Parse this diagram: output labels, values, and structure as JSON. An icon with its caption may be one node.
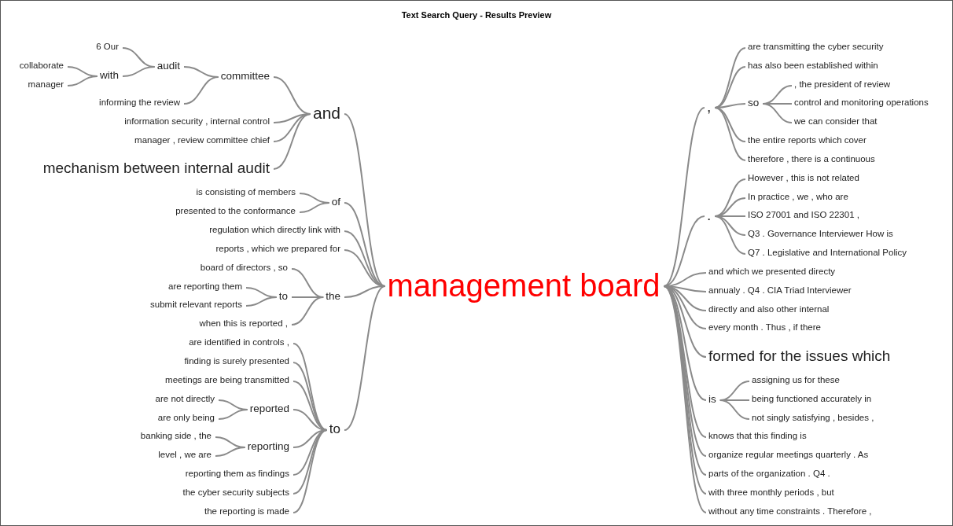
{
  "diagram": {
    "title": "Text Search Query - Results Preview",
    "nodes": [
      {
        "text": [
          "6 Our"
        ]
      },
      {
        "text": [
          "collaborate"
        ]
      },
      {
        "text": [
          "manager"
        ]
      },
      {
        "text": [
          "with"
        ]
      },
      {
        "text": [
          "audit"
        ]
      },
      {
        "text": [
          "informing the review"
        ]
      },
      {
        "text": [
          "committee"
        ]
      },
      {
        "text": [
          "information security , internal control"
        ]
      },
      {
        "text": [
          "manager , review committee chief"
        ]
      },
      {
        "text": [
          "mechanism between internal audit"
        ]
      },
      {
        "text": [
          "and"
        ]
      },
      {
        "text": [
          "is consisting of members"
        ]
      },
      {
        "text": [
          "presented to the conformance"
        ]
      },
      {
        "text": [
          "of"
        ]
      },
      {
        "text": [
          "regulation which directly link with"
        ]
      },
      {
        "text": [
          "reports , which we prepared for"
        ]
      },
      {
        "text": [
          "board of directors , so"
        ]
      },
      {
        "text": [
          "are reporting them"
        ]
      },
      {
        "text": [
          "submit relevant reports"
        ]
      },
      {
        "text": [
          "to"
        ]
      },
      {
        "text": [
          "when this is reported ,"
        ]
      },
      {
        "text": [
          "the"
        ]
      },
      {
        "text": [
          "are identified in controls ,"
        ]
      },
      {
        "text": [
          "finding is surely presented"
        ]
      },
      {
        "text": [
          "meetings are being transmitted"
        ]
      },
      {
        "text": [
          "are not directly"
        ]
      },
      {
        "text": [
          "are only being"
        ]
      },
      {
        "text": [
          "reported"
        ]
      },
      {
        "text": [
          "banking side , the"
        ]
      },
      {
        "text": [
          "level , we are"
        ]
      },
      {
        "text": [
          "reporting"
        ]
      },
      {
        "text": [
          "reporting them as findings"
        ]
      },
      {
        "text": [
          "the cyber security subjects"
        ]
      },
      {
        "text": [
          "the reporting is made"
        ]
      },
      {
        "text": [
          "to"
        ]
      },
      {
        "text": [
          "management board"
        ]
      },
      {
        "text": [
          ","
        ]
      },
      {
        "text": [
          "are transmitting the cyber security"
        ]
      },
      {
        "text": [
          "has also been established within"
        ]
      },
      {
        "text": [
          "so"
        ]
      },
      {
        "text": [
          ", the president of review"
        ]
      },
      {
        "text": [
          "control and monitoring operations"
        ]
      },
      {
        "text": [
          "we can consider that"
        ]
      },
      {
        "text": [
          "the entire reports which cover"
        ]
      },
      {
        "text": [
          "therefore , there is a continuous"
        ]
      },
      {
        "text": [
          "."
        ]
      },
      {
        "text": [
          "However , this is not related"
        ]
      },
      {
        "text": [
          "In practice , we , who are"
        ]
      },
      {
        "text": [
          "ISO 27001 and ISO 22301 ,"
        ]
      },
      {
        "text": [
          "Q3 . Governance Interviewer How is"
        ]
      },
      {
        "text": [
          "Q7 . Legislative and International Policy"
        ]
      },
      {
        "text": [
          "and which we presented directy"
        ]
      },
      {
        "text": [
          "annualy . Q4 . CIA Triad Interviewer"
        ]
      },
      {
        "text": [
          "directly and also other internal"
        ]
      },
      {
        "text": [
          "every month . Thus , if there"
        ]
      },
      {
        "text": [
          "formed for the issues which"
        ]
      },
      {
        "text": [
          "is"
        ]
      },
      {
        "text": [
          "assigning us for these"
        ]
      },
      {
        "text": [
          "being functioned accurately in"
        ]
      },
      {
        "text": [
          "not singly satisfying , besides ,"
        ]
      },
      {
        "text": [
          "knows that this finding is"
        ]
      },
      {
        "text": [
          "organize regular meetings quarterly . As"
        ]
      },
      {
        "text": [
          "parts of the organization . Q4 ."
        ]
      },
      {
        "text": [
          "with three monthly periods , but"
        ]
      },
      {
        "text": [
          "without any time constraints . Therefore ,"
        ]
      }
    ],
    "edges": [
      {
        "from": 35,
        "to": 10,
        "arrow": "none"
      },
      {
        "from": 35,
        "to": 13,
        "arrow": "none"
      },
      {
        "from": 35,
        "to": 14,
        "arrow": "none"
      },
      {
        "from": 35,
        "to": 15,
        "arrow": "none"
      },
      {
        "from": 35,
        "to": 21,
        "arrow": "none"
      },
      {
        "from": 35,
        "to": 34,
        "arrow": "none"
      },
      {
        "from": 10,
        "to": 6,
        "arrow": "none"
      },
      {
        "from": 10,
        "to": 7,
        "arrow": "none"
      },
      {
        "from": 10,
        "to": 8,
        "arrow": "none"
      },
      {
        "from": 10,
        "to": 9,
        "arrow": "none"
      },
      {
        "from": 6,
        "to": 4,
        "arrow": "none"
      },
      {
        "from": 6,
        "to": 5,
        "arrow": "none"
      },
      {
        "from": 4,
        "to": 0,
        "arrow": "none"
      },
      {
        "from": 4,
        "to": 3,
        "arrow": "none"
      },
      {
        "from": 3,
        "to": 1,
        "arrow": "none"
      },
      {
        "from": 3,
        "to": 2,
        "arrow": "none"
      },
      {
        "from": 13,
        "to": 11,
        "arrow": "none"
      },
      {
        "from": 13,
        "to": 12,
        "arrow": "none"
      },
      {
        "from": 21,
        "to": 16,
        "arrow": "none"
      },
      {
        "from": 21,
        "to": 19,
        "arrow": "none"
      },
      {
        "from": 21,
        "to": 20,
        "arrow": "none"
      },
      {
        "from": 19,
        "to": 17,
        "arrow": "none"
      },
      {
        "from": 19,
        "to": 18,
        "arrow": "none"
      },
      {
        "from": 34,
        "to": 22,
        "arrow": "none"
      },
      {
        "from": 34,
        "to": 23,
        "arrow": "none"
      },
      {
        "from": 34,
        "to": 24,
        "arrow": "none"
      },
      {
        "from": 34,
        "to": 27,
        "arrow": "none"
      },
      {
        "from": 34,
        "to": 30,
        "arrow": "none"
      },
      {
        "from": 34,
        "to": 31,
        "arrow": "none"
      },
      {
        "from": 34,
        "to": 32,
        "arrow": "none"
      },
      {
        "from": 34,
        "to": 33,
        "arrow": "none"
      },
      {
        "from": 27,
        "to": 25,
        "arrow": "none"
      },
      {
        "from": 27,
        "to": 26,
        "arrow": "none"
      },
      {
        "from": 30,
        "to": 28,
        "arrow": "none"
      },
      {
        "from": 30,
        "to": 29,
        "arrow": "none"
      },
      {
        "from": 35,
        "to": 36,
        "arrow": "none"
      },
      {
        "from": 35,
        "to": 45,
        "arrow": "none"
      },
      {
        "from": 35,
        "to": 51,
        "arrow": "none"
      },
      {
        "from": 35,
        "to": 52,
        "arrow": "none"
      },
      {
        "from": 35,
        "to": 53,
        "arrow": "none"
      },
      {
        "from": 35,
        "to": 54,
        "arrow": "none"
      },
      {
        "from": 35,
        "to": 55,
        "arrow": "none"
      },
      {
        "from": 35,
        "to": 56,
        "arrow": "none"
      },
      {
        "from": 35,
        "to": 60,
        "arrow": "none"
      },
      {
        "from": 35,
        "to": 61,
        "arrow": "none"
      },
      {
        "from": 35,
        "to": 62,
        "arrow": "none"
      },
      {
        "from": 35,
        "to": 63,
        "arrow": "none"
      },
      {
        "from": 35,
        "to": 64,
        "arrow": "none"
      },
      {
        "from": 36,
        "to": 37,
        "arrow": "none"
      },
      {
        "from": 36,
        "to": 38,
        "arrow": "none"
      },
      {
        "from": 36,
        "to": 39,
        "arrow": "none"
      },
      {
        "from": 36,
        "to": 43,
        "arrow": "none"
      },
      {
        "from": 36,
        "to": 44,
        "arrow": "none"
      },
      {
        "from": 39,
        "to": 40,
        "arrow": "none"
      },
      {
        "from": 39,
        "to": 41,
        "arrow": "none"
      },
      {
        "from": 39,
        "to": 42,
        "arrow": "none"
      },
      {
        "from": 45,
        "to": 46,
        "arrow": "none"
      },
      {
        "from": 45,
        "to": 47,
        "arrow": "none"
      },
      {
        "from": 45,
        "to": 48,
        "arrow": "none"
      },
      {
        "from": 45,
        "to": 49,
        "arrow": "none"
      },
      {
        "from": 45,
        "to": 50,
        "arrow": "none"
      },
      {
        "from": 56,
        "to": 57,
        "arrow": "none"
      },
      {
        "from": 56,
        "to": 58,
        "arrow": "none"
      },
      {
        "from": 56,
        "to": 59,
        "arrow": "none"
      }
    ]
  }
}
